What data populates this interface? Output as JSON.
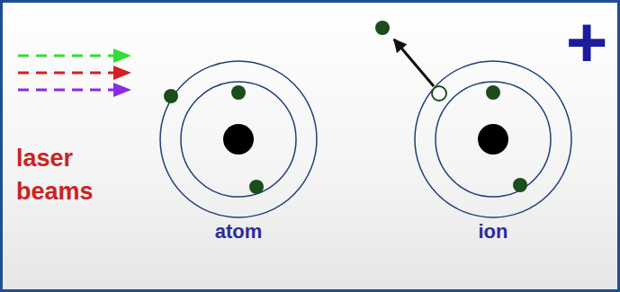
{
  "diagram": {
    "labels": [
      "laser beams",
      "atom",
      "ion",
      "+"
    ]
  }
}
